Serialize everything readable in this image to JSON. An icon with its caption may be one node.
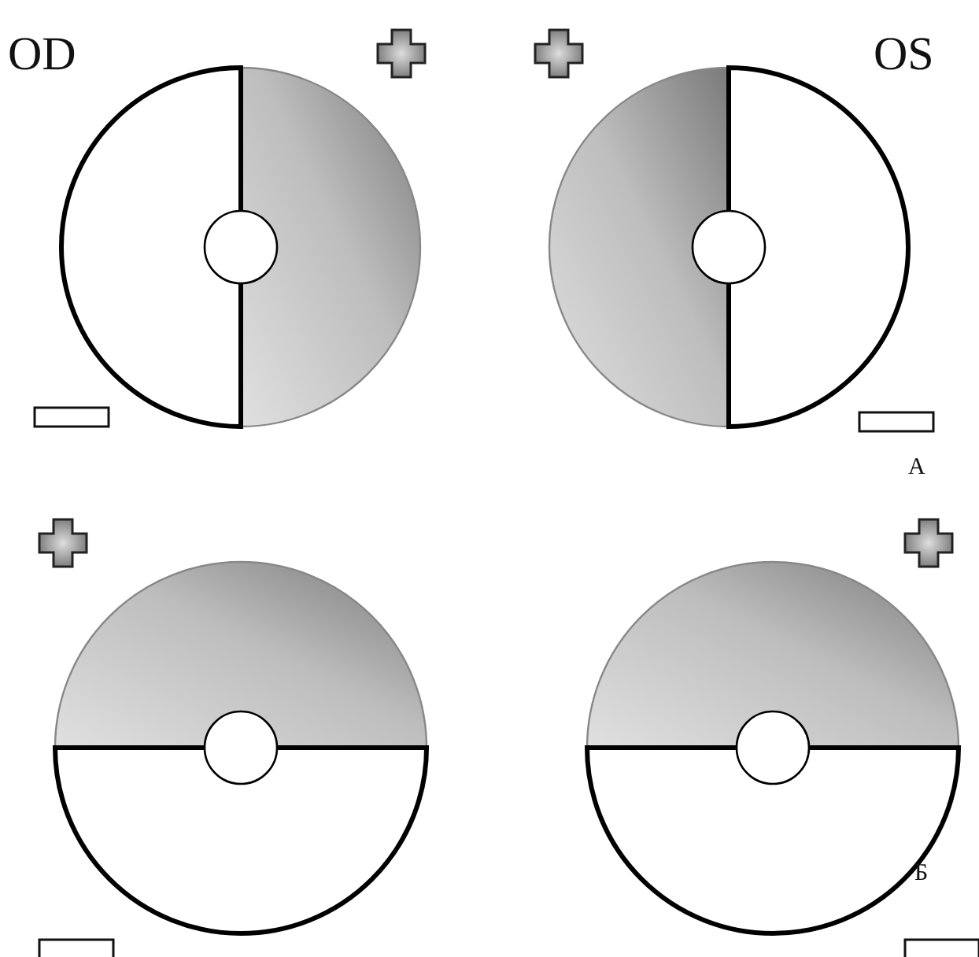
{
  "diagram": {
    "labels": [
      "OD",
      "OS",
      "A",
      "Б"
    ]
  }
}
